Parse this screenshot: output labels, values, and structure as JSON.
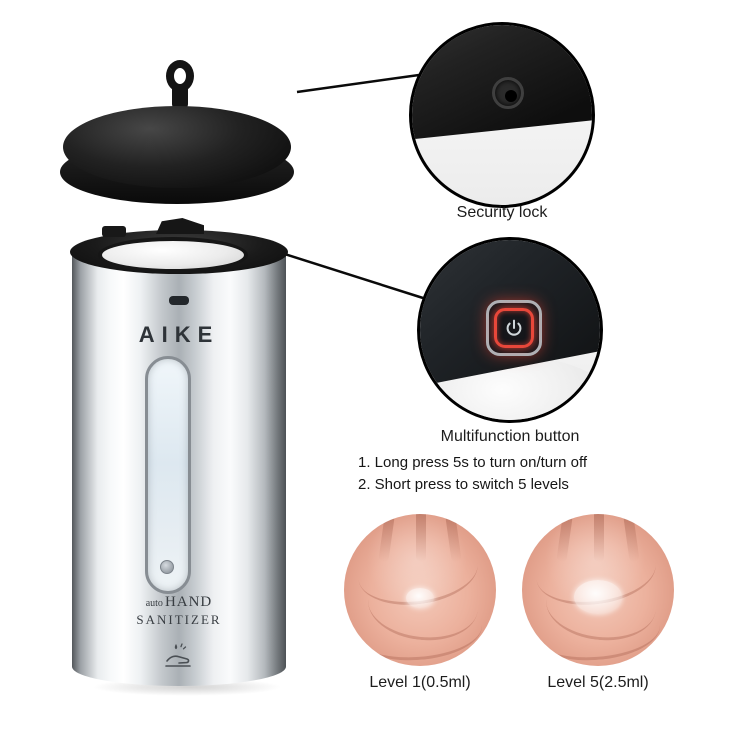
{
  "product": {
    "brand": "AIKE",
    "auto": "auto",
    "hand": "HAND",
    "sanitizer": "SANITIZER"
  },
  "callouts": {
    "security": {
      "label": "Security lock"
    },
    "multifunction": {
      "label": "Multifunction button",
      "instructions": [
        "1. Long press 5s to turn on/turn off",
        "2. Short press to switch 5 levels"
      ]
    },
    "levels": [
      {
        "label": "Level 1(0.5ml)"
      },
      {
        "label": "Level 5(2.5ml)"
      }
    ]
  },
  "colors": {
    "background": "#ffffff",
    "cap_black": "#141414",
    "steel_light": "#f7f9fa",
    "steel_dark": "#53575b",
    "window_blue": "#dde8f0",
    "button_glow_red": "#e8473a",
    "text": "#1d1d1d",
    "skin": "#ecb19d"
  }
}
